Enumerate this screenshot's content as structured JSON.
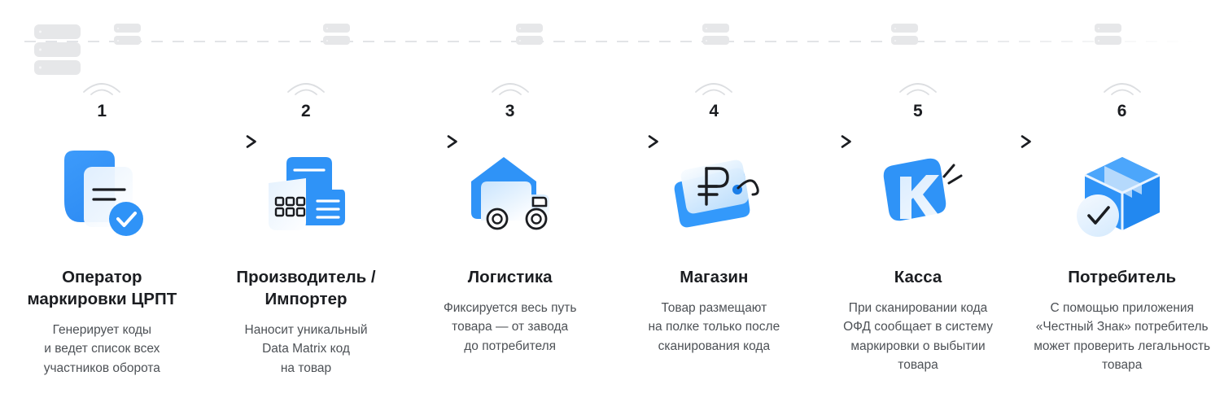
{
  "colors": {
    "brand_blue": "#2f93f7",
    "light_blue": "#d9ecfd",
    "dark_text": "#1b1d21",
    "muted_text": "#4d5156",
    "gray_icon": "#e6e7e9",
    "arrow_dark": "#1b1d21"
  },
  "network": {
    "nodes": [
      {
        "name": "server-rack-main",
        "bars": 3
      },
      {
        "name": "server-rack-2",
        "bars": 2
      },
      {
        "name": "server-rack-3",
        "bars": 2
      },
      {
        "name": "server-rack-4",
        "bars": 2
      },
      {
        "name": "server-rack-5",
        "bars": 2
      },
      {
        "name": "server-rack-6",
        "bars": 2
      },
      {
        "name": "server-rack-7",
        "bars": 2
      }
    ]
  },
  "steps": [
    {
      "number": "1",
      "icon": "document-check-icon",
      "title": "Оператор\nмаркировки ЦРПТ",
      "desc": "Генерирует коды\nи ведет список всех\nучастников оборота"
    },
    {
      "number": "2",
      "icon": "factory-datamatrix-icon",
      "title": "Производитель /\nИмпортер",
      "desc": "Наносит уникальный\nData Matrix код\nна товар"
    },
    {
      "number": "3",
      "icon": "warehouse-truck-icon",
      "title": "Логистика",
      "desc": "Фиксируется весь путь\nтовара — от завода\nдо потребителя"
    },
    {
      "number": "4",
      "icon": "price-tag-ruble-icon",
      "title": "Магазин",
      "desc": "Товар размещают\nна полке только после\nсканирования кода"
    },
    {
      "number": "5",
      "icon": "cash-register-k-icon",
      "title": "Касса",
      "desc": "При сканировании кода\nОФД сообщает в систему\nмаркировки о выбытии\nтовара"
    },
    {
      "number": "6",
      "icon": "parcel-check-icon",
      "title": "Потребитель",
      "desc": "С помощью приложения\n«Честный Знак» потребитель\nможет проверить легальность\nтовара"
    }
  ],
  "arrows": [
    {
      "name": "arrow-step-1-to-2"
    },
    {
      "name": "arrow-step-2-to-3"
    },
    {
      "name": "arrow-step-3-to-4"
    },
    {
      "name": "arrow-step-4-to-5"
    },
    {
      "name": "arrow-step-5-to-6"
    }
  ]
}
